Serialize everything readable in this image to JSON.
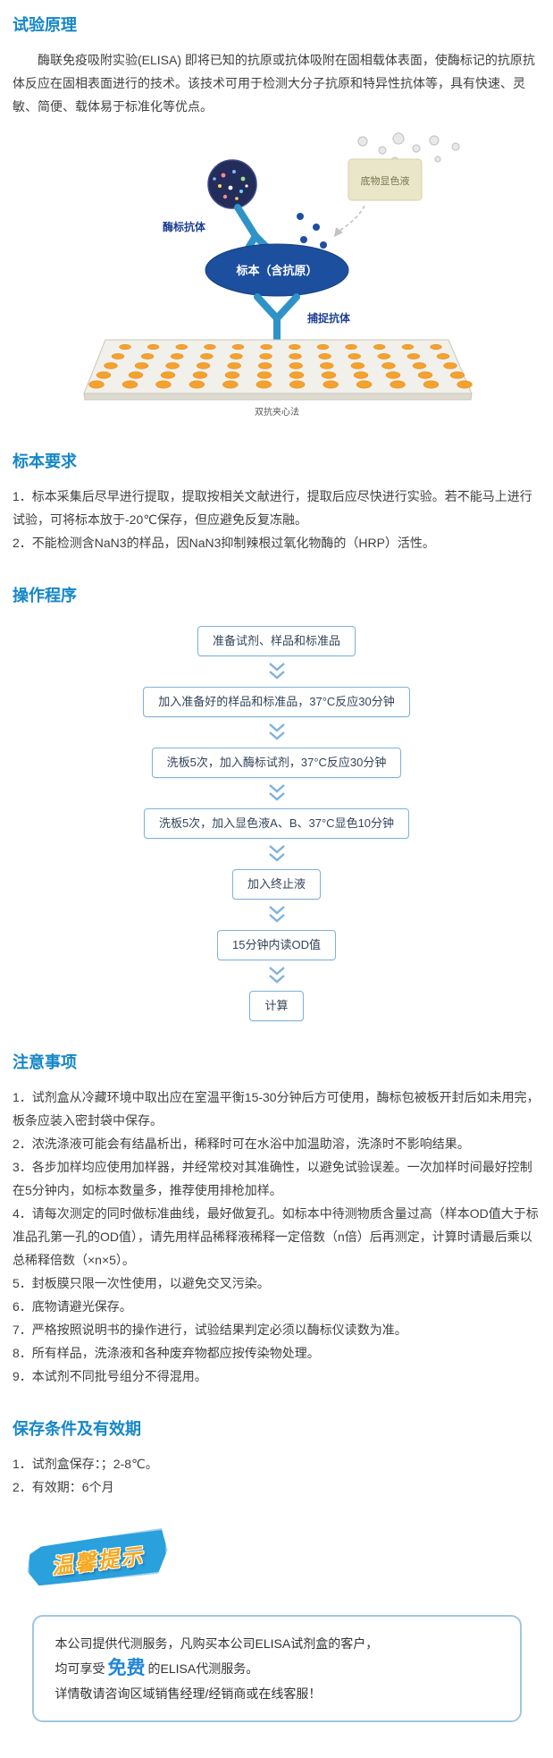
{
  "colors": {
    "heading_blue": "#1587c8",
    "flow_border_blue": "#7fb2dc",
    "badge_blue": "#2aa0dc",
    "badge_text_orange": "#f7a81f",
    "free_blue": "#1f86d8",
    "well_orange": "#f5a12d",
    "antibody_blue": "#2f93c9",
    "antigen_navy": "#1d4f9f"
  },
  "sections": {
    "principle": {
      "title": "试验原理",
      "body": "酶联免疫吸附实验(ELISA) 即将已知的抗原或抗体吸附在固相载体表面，使酶标记的抗原抗体反应在固相表面进行的技术。该技术可用于检测大分子抗原和特异性抗体等，具有快速、灵敏、简便、载体易于标准化等优点。"
    },
    "diagram": {
      "labels": {
        "enzyme_antibody": "酶标抗体",
        "substrate": "底物显色液",
        "sample": "标本（含抗原）",
        "capture_antibody": "捕捉抗体",
        "caption": "双抗夹心法"
      }
    },
    "specimen": {
      "title": "标本要求",
      "items": [
        "1．标本采集后尽早进行提取，提取按相关文献进行，提取后应尽快进行实验。若不能马上进行试验，可将标本放于-20℃保存，但应避免反复冻融。",
        "2．不能检测含NaN3的样品，因NaN3抑制辣根过氧化物酶的（HRP）活性。"
      ]
    },
    "procedure": {
      "title": "操作程序",
      "steps": [
        "准备试剂、样品和标准品",
        "加入准备好的样品和标准品，37°C反应30分钟",
        "洗板5次，加入酶标试剂，37°C反应30分钟",
        "洗板5次，加入显色液A、B、37°C显色10分钟",
        "加入终止液",
        "15分钟内读OD值",
        "计算"
      ]
    },
    "notes": {
      "title": "注意事项",
      "items": [
        "1．试剂盒从冷藏环境中取出应在室温平衡15-30分钟后方可使用，酶标包被板开封后如未用完，板条应装入密封袋中保存。",
        "2．浓洗涤液可能会有结晶析出，稀释时可在水浴中加温助溶，洗涤时不影响结果。",
        "3．各步加样均应使用加样器，并经常校对其准确性，以避免试验误差。一次加样时间最好控制在5分钟内，如标本数量多，推荐使用排枪加样。",
        "4．请每次测定的同时做标准曲线，最好做复孔。如标本中待测物质含量过高（样本OD值大于标准品孔第一孔的OD值），请先用样品稀释液稀释一定倍数（n倍）后再测定，计算时请最后乘以总稀释倍数（×n×5）。",
        "5．封板膜只限一次性使用，以避免交叉污染。",
        "6．底物请避光保存。",
        "7．严格按照说明书的操作进行，试验结果判定必须以酶标仪读数为准。",
        "8．所有样品，洗涤液和各种废弃物都应按传染物处理。",
        "9．本试剂不同批号组分不得混用。"
      ]
    },
    "storage": {
      "title": "保存条件及有效期",
      "items": [
        "1．试剂盒保存：；2-8℃。",
        "2．有效期：6个月"
      ]
    },
    "tip_badge": "温馨提示",
    "footer": {
      "line1": "本公司提供代测服务，凡购买本公司ELISA试剂盒的客户，",
      "line2_pre": "均可享受",
      "line2_highlight": "免费",
      "line2_post": "的ELISA代测服务。",
      "line3": "详情敬请咨询区域销售经理/经销商或在线客服！"
    }
  }
}
